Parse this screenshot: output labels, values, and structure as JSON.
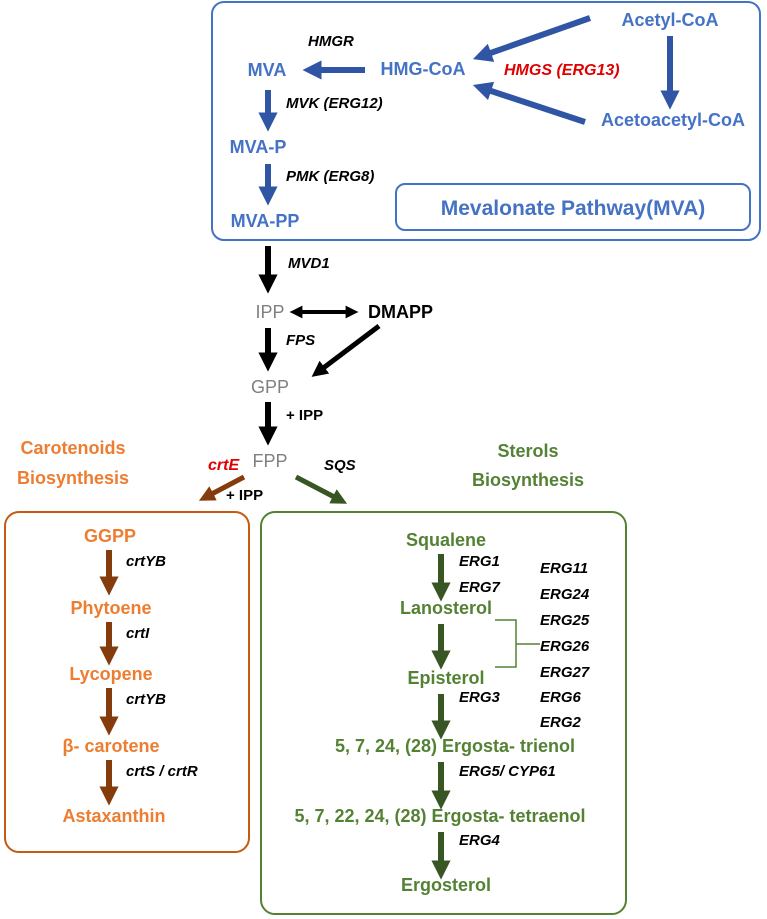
{
  "mva_pathway": {
    "title": "Mevalonate Pathway(MVA)",
    "acetyl_coa": "Acetyl-CoA",
    "hmg_coa": "HMG-CoA",
    "acetoacetyl_coa": "Acetoacetyl-CoA",
    "mva": "MVA",
    "mva_p": "MVA-P",
    "mva_pp": "MVA-PP",
    "hmgr": "HMGR",
    "hmgs": "HMGS (ERG13)",
    "mvk": "MVK (ERG12)",
    "pmk": "PMK (ERG8)"
  },
  "core": {
    "mvd1": "MVD1",
    "ipp": "IPP",
    "dmapp": "DMAPP",
    "fps": "FPS",
    "gpp": "GPP",
    "plus_ipp_1": "+ IPP",
    "fpp": "FPP",
    "crte": "crtE",
    "sqs": "SQS",
    "plus_ipp_2": "+ IPP"
  },
  "carotenoids": {
    "header_line1": "Carotenoids",
    "header_line2": "Biosynthesis",
    "ggpp": "GGPP",
    "crtyb_1": "crtYB",
    "phytoene": "Phytoene",
    "crti": "crtI",
    "lycopene": "Lycopene",
    "crtyb_2": "crtYB",
    "beta_carotene": "β- carotene",
    "crts_crtr": "crtS / crtR",
    "astaxanthin": "Astaxanthin"
  },
  "sterols": {
    "header_line1": "Sterols",
    "header_line2": "Biosynthesis",
    "squalene": "Squalene",
    "erg1": "ERG1",
    "erg7": "ERG7",
    "lanosterol": "Lanosterol",
    "episterol": "Episterol",
    "erg3": "ERG3",
    "trienol": "5, 7, 24, (28) Ergosta- trienol",
    "erg5_cyp61": "ERG5/ CYP61",
    "tetraenol": "5, 7, 22, 24, (28) Ergosta- tetraenol",
    "erg4": "ERG4",
    "ergosterol": "Ergosterol",
    "erg_list": [
      "ERG11",
      "ERG24",
      "ERG25",
      "ERG26",
      "ERG27",
      "ERG6",
      "ERG2"
    ]
  },
  "colors": {
    "mva_blue": "#4472C4",
    "arrow_blue": "#2F55A4",
    "carotenoid_orange": "#ED7D31",
    "carotenoid_arrow": "#843C0C",
    "sterol_green": "#548235",
    "sterol_arrow": "#375623",
    "enzyme_red": "#E00000"
  }
}
